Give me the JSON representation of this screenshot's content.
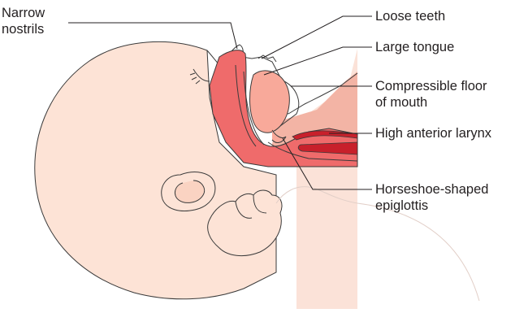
{
  "diagram": {
    "labels": {
      "narrow_nostrils": [
        "Narrow",
        "nostrils"
      ],
      "loose_teeth": [
        "Loose teeth"
      ],
      "large_tongue": [
        "Large tongue"
      ],
      "compressible_floor": [
        "Compressible floor",
        "of mouth"
      ],
      "high_larynx": [
        "High anterior larynx"
      ],
      "epiglottis": [
        "Horseshoe-shaped",
        "epiglottis"
      ]
    },
    "colors": {
      "skin": "#fde3d6",
      "outline": "#3a3a3a",
      "airway": "#ef6b6b",
      "tongue": "#f8a99a",
      "deep_red": "#c8202b",
      "neck_panel": "#f3b4a5",
      "leader_line": "#231f20"
    }
  }
}
